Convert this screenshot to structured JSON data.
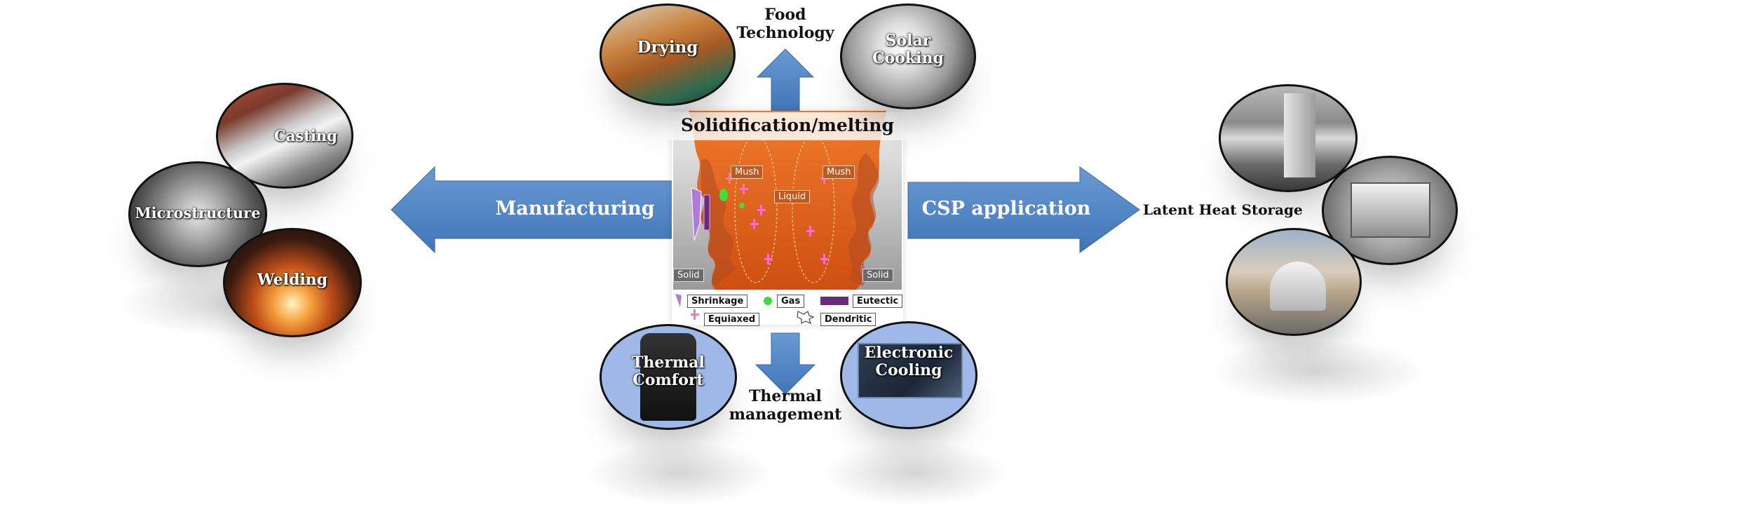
{
  "center": {
    "title": "Solidification/melting",
    "labels": {
      "mush1": "Mush",
      "mush2": "Mush",
      "liquid": "Liquid",
      "solid_left": "Solid",
      "solid_right": "Solid"
    },
    "legend": {
      "shrinkage": "Shrinkage",
      "gas": "Gas",
      "eutectic": "Eutectic",
      "equiaxed": "Equiaxed",
      "dendritic": "Dendritic"
    }
  },
  "arrows": {
    "left": "Manufacturing",
    "right": "CSP application",
    "up": "Food Technology",
    "down": "Thermal management"
  },
  "manufacturing": {
    "casting": "Casting",
    "microstructure": "Microstructure",
    "welding": "Welding"
  },
  "food": {
    "drying": "Drying",
    "solar_cooking": "Solar Cooking"
  },
  "thermal": {
    "comfort": "Thermal Comfort",
    "electronic": "Electronic Cooling"
  },
  "csp": {
    "storage": "Latent Heat Storage"
  },
  "colors": {
    "arrow": "#4f86c6",
    "melt": "#e0661e",
    "circle_blue": "#9fb8e8"
  }
}
